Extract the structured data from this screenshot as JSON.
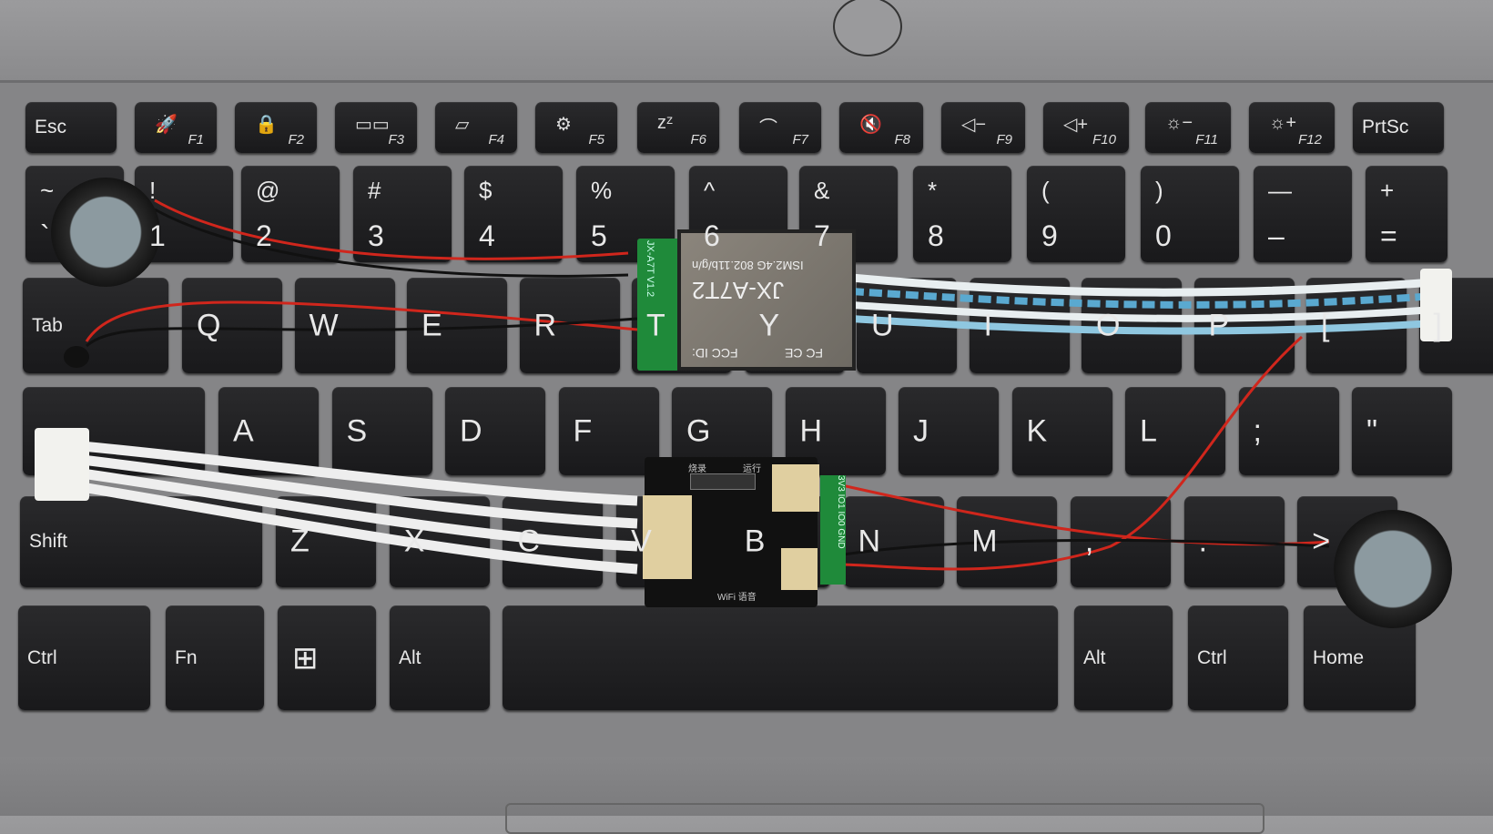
{
  "keyboard": {
    "function_row": [
      {
        "label": "Esc"
      },
      {
        "icon": "rocket-icon",
        "fn": "F1"
      },
      {
        "icon": "lock-icon",
        "fn": "F2"
      },
      {
        "icon": "display-switch-icon",
        "fn": "F3"
      },
      {
        "icon": "touchpad-off-icon",
        "fn": "F4"
      },
      {
        "icon": "settings-icon",
        "fn": "F5"
      },
      {
        "icon": "sleep-icon",
        "fn": "F6"
      },
      {
        "icon": "backlight-icon",
        "fn": "F7"
      },
      {
        "icon": "mute-icon",
        "fn": "F8"
      },
      {
        "icon": "volume-down-icon",
        "fn": "F9"
      },
      {
        "icon": "volume-up-icon",
        "fn": "F10"
      },
      {
        "icon": "brightness-down-icon",
        "fn": "F11"
      },
      {
        "icon": "brightness-up-icon",
        "fn": "F12"
      },
      {
        "label": "PrtSc"
      }
    ],
    "number_row": [
      {
        "top": "~",
        "bot": "`"
      },
      {
        "top": "!",
        "bot": "1"
      },
      {
        "top": "@",
        "bot": "2"
      },
      {
        "top": "#",
        "bot": "3"
      },
      {
        "top": "$",
        "bot": "4"
      },
      {
        "top": "%",
        "bot": "5"
      },
      {
        "top": "^",
        "bot": "6"
      },
      {
        "top": "&",
        "bot": "7"
      },
      {
        "top": "*",
        "bot": "8"
      },
      {
        "top": "(",
        "bot": "9"
      },
      {
        "top": ")",
        "bot": "0"
      },
      {
        "top": "—",
        "bot": "–"
      },
      {
        "top": "+",
        "bot": "="
      }
    ],
    "q_row": [
      "Tab",
      "Q",
      "W",
      "E",
      "R",
      "T",
      "Y",
      "U",
      "I",
      "O",
      "P",
      "[",
      "]"
    ],
    "a_row": [
      "",
      "A",
      "S",
      "D",
      "F",
      "G",
      "H",
      "J",
      "K",
      "L",
      ";",
      "\""
    ],
    "z_row": [
      "Shift",
      "Z",
      "X",
      "C",
      "V",
      "B",
      "N",
      "M",
      ",",
      ".",
      ">"
    ],
    "bottom_row": [
      "Ctrl",
      "Fn",
      "⊞",
      "Alt",
      "",
      "Alt",
      "Ctrl",
      "Home"
    ]
  },
  "wifi_module": {
    "model": "JX-A7T2",
    "fcc": "FCC ID:",
    "spec": "ISM2.4G 802.11b/g/n",
    "marks": "FC CE",
    "board": "JX-A7T V1.2"
  },
  "audio_board": {
    "switch_left": "烧录",
    "switch_right": "运行",
    "pins": "3V3 IO1 IO0 GND",
    "label": "WiFi 语音"
  },
  "colors": {
    "key": "#1e1e20",
    "chassis": "#858587",
    "pcb_green": "#1f8a3a",
    "pcb_black": "#111111",
    "wire_red": "#d0261c",
    "ribbon_blue": "#5aa9d0"
  }
}
